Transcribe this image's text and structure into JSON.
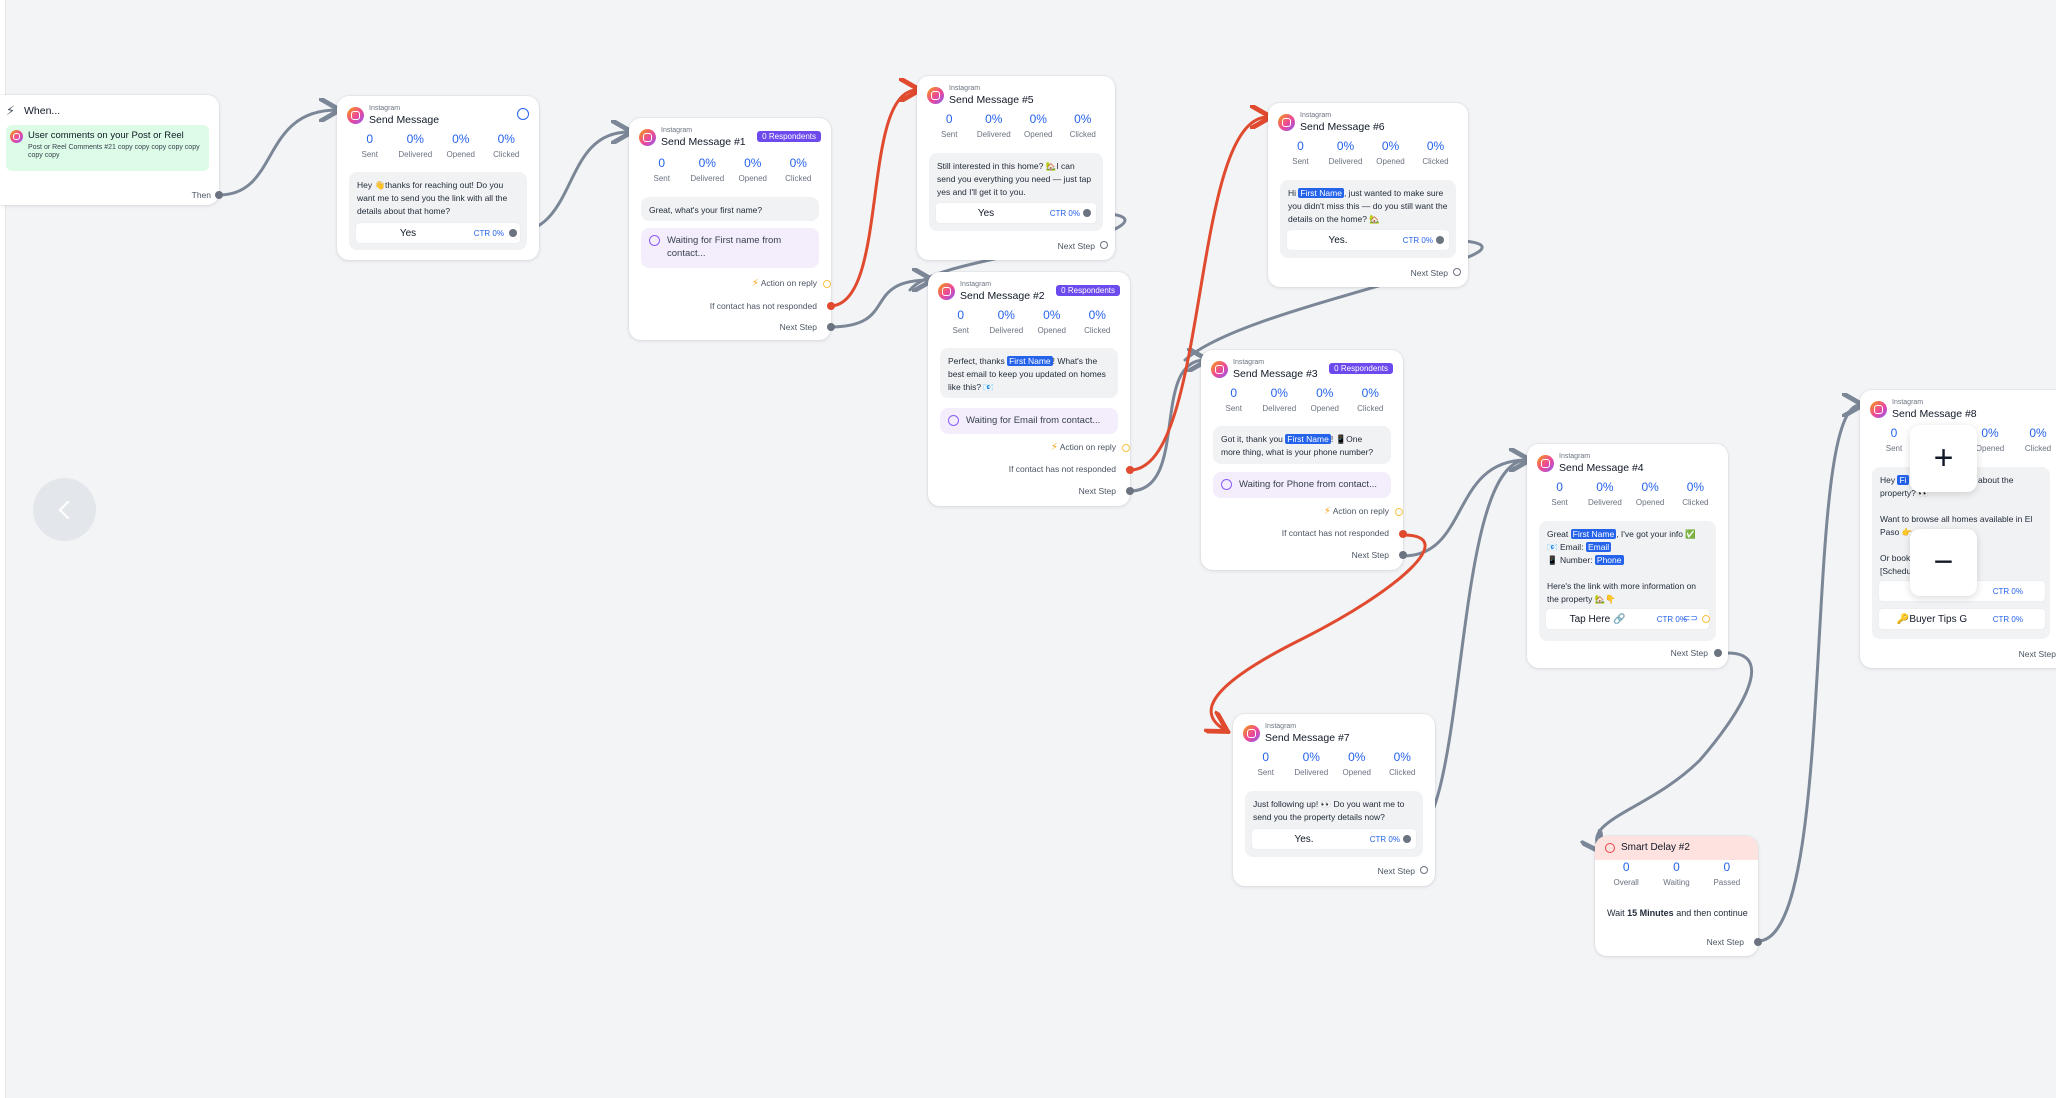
{
  "app": {
    "accent": "#2563eb",
    "wire_color": "#7b8797",
    "wire_red": "#e04a2f"
  },
  "trigger": {
    "when_label": "When...",
    "event": "User comments on your Post or Reel",
    "detail": "Post or Reel Comments #21 copy copy copy copy copy copy copy",
    "then_label": "Then"
  },
  "stat_labels": {
    "sent": "Sent",
    "delivered": "Delivered",
    "opened": "Opened",
    "clicked": "Clicked"
  },
  "labels": {
    "platform": "Instagram",
    "action_on_reply": "Action on reply",
    "not_responded": "If contact has not responded",
    "next_step": "Next Step",
    "ctr": "CTR 0%"
  },
  "nodes": {
    "m0": {
      "title": "Send Message",
      "sent": "0",
      "delivered": "0%",
      "opened": "0%",
      "clicked": "0%",
      "text": "Hey 👋thanks for reaching out! Do you want me to send you the link with all the details about that home?",
      "button": "Yes"
    },
    "m1": {
      "title": "Send Message #1",
      "badge": "0 Respondents",
      "sent": "0",
      "delivered": "0%",
      "opened": "0%",
      "clicked": "0%",
      "text": "Great, what's your first name?",
      "waiting": "Waiting for First name from contact..."
    },
    "m2": {
      "title": "Send Message #2",
      "badge": "0 Respondents",
      "sent": "0",
      "delivered": "0%",
      "opened": "0%",
      "clicked": "0%",
      "text_a": "Perfect, thanks ",
      "var": "First Name",
      "text_b": "! What's the best email to keep you updated on homes like this? 📧",
      "waiting": "Waiting for Email from contact..."
    },
    "m3": {
      "title": "Send Message #3",
      "badge": "0 Respondents",
      "sent": "0",
      "delivered": "0%",
      "opened": "0%",
      "clicked": "0%",
      "text_a": "Got it, thank you ",
      "var": "First Name",
      "text_b": "! 📱One more thing, what is your phone number?",
      "waiting": "Waiting for Phone from contact..."
    },
    "m4": {
      "title": "Send Message #4",
      "sent": "0",
      "delivered": "0%",
      "opened": "0%",
      "clicked": "0%",
      "text_a": "Great ",
      "var": "First Name",
      "text_b": ", I've got your info ✅",
      "email_label": "📧 Email: ",
      "email_var": "Email",
      "phone_label": "📱 Number: ",
      "phone_var": "Phone",
      "text_c": "Here's the link with more information on the property 🏡👇",
      "button": "Tap Here 🔗"
    },
    "m5": {
      "title": "Send Message #5",
      "sent": "0",
      "delivered": "0%",
      "opened": "0%",
      "clicked": "0%",
      "text": "Still interested in this home? 🏡I can send you everything you need — just tap yes and I'll get it to you.",
      "button": "Yes"
    },
    "m6": {
      "title": "Send Message #6",
      "sent": "0",
      "delivered": "0%",
      "opened": "0%",
      "clicked": "0%",
      "text_a": "Hi ",
      "var": "First Name",
      "text_b": ", just wanted to make sure you didn't miss this — do you still want the details on the home? 🏡",
      "button": "Yes."
    },
    "m7": {
      "title": "Send Message #7",
      "sent": "0",
      "delivered": "0%",
      "opened": "0%",
      "clicked": "0%",
      "text": "Just following up! 👀 Do you want me to send you the property details now?",
      "button": "Yes."
    },
    "m8": {
      "title": "Send Message #8",
      "sent": "0",
      "delivered": "0%",
      "opened": "0%",
      "clicked": "0%",
      "text_a": "Hey ",
      "var": "Fi",
      "text_b": " what you thought about the property? 👀",
      "text_c": "Want to browse all homes available in El Paso 👉",
      "text_d": "Or book",
      "text_e": "[Schedu",
      "button2": "🔑Buyer Tips G"
    },
    "delay": {
      "title": "Smart Delay #2",
      "overall": "0",
      "waiting": "0",
      "passed": "0",
      "overall_label": "Overall",
      "waiting_label": "Waiting",
      "passed_label": "Passed",
      "text_a": "Wait ",
      "duration": "15 Minutes",
      "text_b": " and then continue"
    }
  },
  "zoom": {
    "in": "+",
    "out": "−"
  }
}
